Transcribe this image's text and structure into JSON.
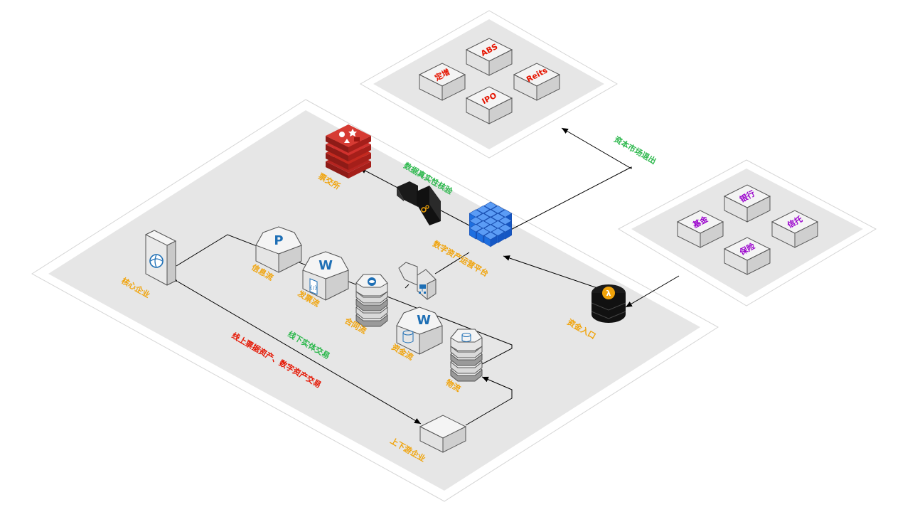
{
  "colors": {
    "platform_bg": "#e6e6e6",
    "orange_label": "#f0a30a",
    "red_label": "#e51400",
    "green_label": "#2db84d",
    "purple_label": "#9900cc",
    "database_red": "#d0312d",
    "cube_blue": "#1e6fe0"
  },
  "capital_market": {
    "items": [
      "ABS",
      "定增",
      "Reits",
      "IPO"
    ]
  },
  "financial_institutions": {
    "items": [
      "银行",
      "基金",
      "信托",
      "保险"
    ]
  },
  "nodes": {
    "exchange": {
      "label": "票交所",
      "icon": "redis-database-icon"
    },
    "verify": {
      "icon": "gear-server-icon"
    },
    "platform": {
      "label": "数字资产运营平台",
      "icon": "blue-cube-cluster-icon"
    },
    "core": {
      "label": "核心企业",
      "icon": "globe-server-icon"
    },
    "info": {
      "label": "信息流",
      "icon": "letter-p-icon"
    },
    "invoice": {
      "label": "发票流",
      "icon": "letter-w-document-icon"
    },
    "contract": {
      "label": "合同流",
      "icon": "database-stack-icon"
    },
    "funds": {
      "label": "资金流",
      "icon": "letter-w-database-icon"
    },
    "logistics": {
      "label": "物流",
      "icon": "database-stack-icon"
    },
    "router": {
      "icon": "network-switch-icon"
    },
    "entry": {
      "label": "资金入口",
      "icon": "lambda-icon"
    },
    "downstream": {
      "label": "上下游企业"
    }
  },
  "edges": {
    "capital_exit": "资本市场退出",
    "verification": "数据真实性核验",
    "offline": "线下实体交易",
    "online": "线上票据资产、数字资产交易"
  }
}
